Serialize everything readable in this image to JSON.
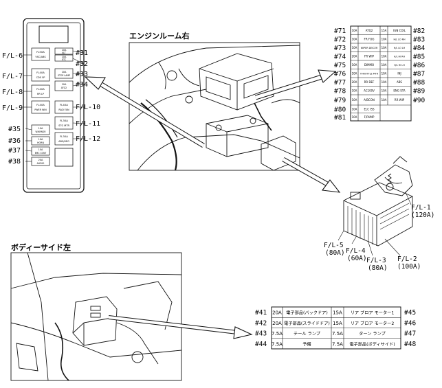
{
  "titles": {
    "engine_room_right": "エンジンルーム右",
    "body_side_left": "ボディーサイド左"
  },
  "left_box": {
    "left_labels": [
      "F/L-6",
      "F/L-7",
      "F/L-8",
      "F/L-9",
      "#35",
      "#36",
      "#37",
      "#38"
    ],
    "right_labels": [
      "#31",
      "#32",
      "#33",
      "#34",
      "F/L-10",
      "F/L-11",
      "F/L-12"
    ],
    "cells": [
      {
        "top": "FL50A",
        "bottom": "VSC/ABS"
      },
      {
        "top": "10A",
        "bottom": "ALT"
      },
      {
        "top": "10A",
        "bottom": "ETC"
      },
      {
        "top": "FL40A",
        "bottom": "CDS SP"
      },
      {
        "top": "10A",
        "bottom": "STOP LAMP"
      },
      {
        "top": "FL40A",
        "bottom": "RR LP"
      },
      {
        "top": "10A",
        "bottom": "ATQ2"
      },
      {
        "top": "FL40A",
        "bottom": "PWER WIN"
      },
      {
        "top": "FL40A",
        "bottom": "RAD FAN"
      },
      {
        "top": "FL30A",
        "bottom": "STG MTR"
      },
      {
        "top": "10A",
        "bottom": "W/WINGR"
      },
      {
        "top": "FL30A",
        "bottom": "ABS/HEG"
      },
      {
        "top": "10A",
        "bottom": "HORN"
      },
      {
        "top": "10A",
        "bottom": "EMC CONT"
      },
      {
        "top": "20A",
        "bottom": "AUDIO"
      }
    ]
  },
  "right_table": {
    "left_nums": [
      "#71",
      "#72",
      "#73",
      "#74",
      "#75",
      "#76",
      "#77",
      "#78",
      "#79",
      "#80",
      "#81"
    ],
    "right_nums": [
      "#82",
      "#83",
      "#84",
      "#85",
      "#86",
      "#87",
      "#88",
      "#89",
      "#90"
    ],
    "rows": [
      [
        "10A",
        "ATQ2",
        "15A",
        "IGN COIL"
      ],
      [
        "10A",
        "FR FOG",
        "10A",
        "H/L LO RH"
      ],
      [
        "10A",
        "WIPER DEICER",
        "10A",
        "H/L LO LH"
      ],
      [
        "20A",
        "FR WIP",
        "10A",
        "H/L HI RH"
      ],
      [
        "10A",
        "DIMMO",
        "10A",
        "H/L HI LH"
      ],
      [
        "10A",
        "THROTTLE MTR",
        "10A",
        "INJ"
      ],
      [
        "20A",
        "RR DEF",
        "10A",
        "ABS"
      ],
      [
        "10A",
        "AC100V",
        "10A",
        "ENG STA"
      ],
      [
        "10A",
        "A/BCON",
        "10A",
        "RR WIP"
      ],
      [
        "10A",
        "ELC ISS",
        "",
        ""
      ],
      [
        "10A",
        "F/PUMP",
        "",
        ""
      ]
    ]
  },
  "fusible_links": {
    "fl1": {
      "name": "F/L-1",
      "amp": "(120A)"
    },
    "fl2": {
      "name": "F/L-2",
      "amp": "(100A)"
    },
    "fl3": {
      "name": "F/L-3",
      "amp": "(80A)"
    },
    "fl4": {
      "name": "F/L-4",
      "amp": "(60A)"
    },
    "fl5": {
      "name": "F/L-5",
      "amp": "(80A)"
    }
  },
  "body_table": {
    "left_nums": [
      "#41",
      "#42",
      "#43",
      "#44"
    ],
    "right_nums": [
      "#45",
      "#46",
      "#47",
      "#48"
    ],
    "rows": [
      [
        "20A",
        "電子部品(バックドア)",
        "15A",
        "リア ブロア モーター1"
      ],
      [
        "20A",
        "電子部品(スライドドア)",
        "15A",
        "リア ブロア モーター2"
      ],
      [
        "7.5A",
        "テール ランプ",
        "7.5A",
        "ターン ランプ"
      ],
      [
        "7.5A",
        "予備",
        "7.5A",
        "電子部品(ボディサイド)"
      ]
    ]
  }
}
